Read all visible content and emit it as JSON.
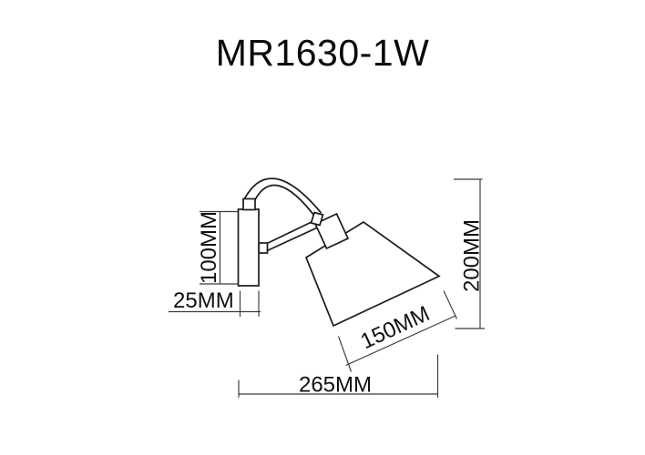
{
  "title": "MR1630-1W",
  "drawing": {
    "type": "technical-dimension-diagram",
    "object": "wall lamp side view",
    "background": "#ffffff",
    "line_color": "#1b1b1b",
    "dimension_line_color": "#3a3a3a",
    "dimensions": {
      "bracket_height": "100MM",
      "bracket_depth": "25MM",
      "shade_width": "150MM",
      "overall_height": "200MM",
      "overall_width": "265MM"
    }
  }
}
